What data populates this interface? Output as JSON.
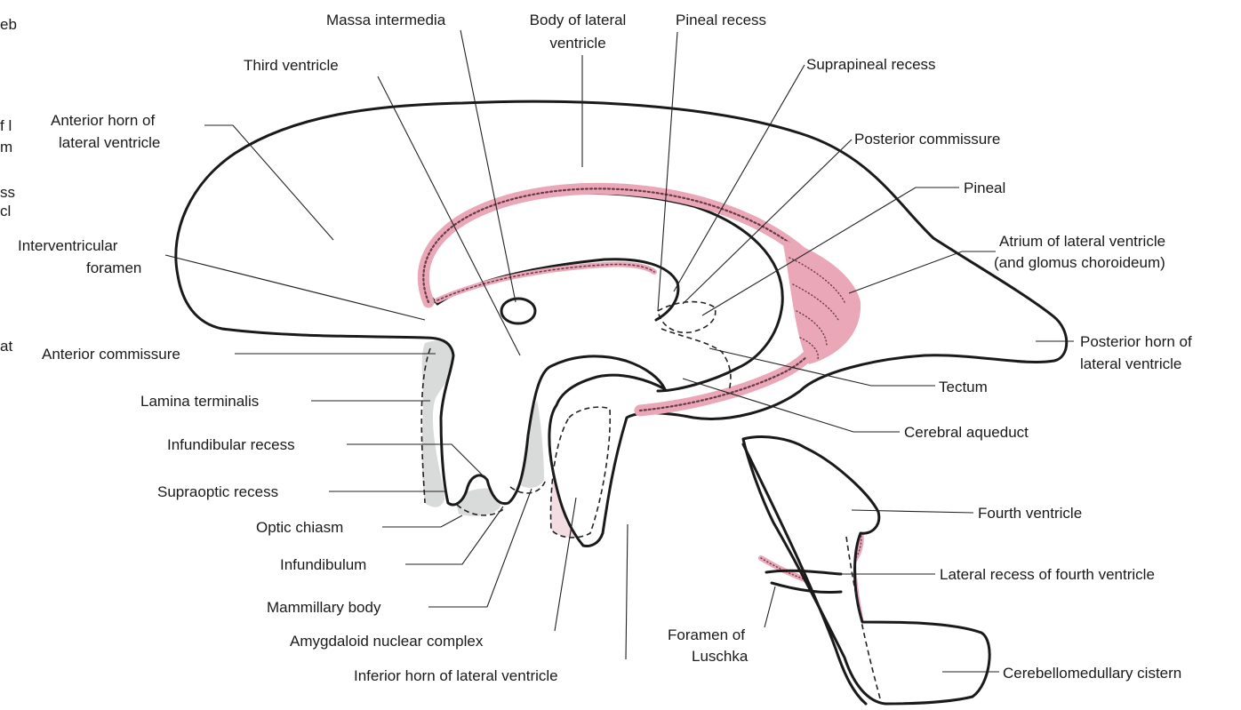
{
  "colors": {
    "outline": "#1a1a1a",
    "choroid_plexus": "#e9a7b7",
    "choroid_plexus_texture": "#6b3a47",
    "amygdala_fill": "#f3dde3",
    "gray_fill": "#d9dada"
  },
  "edge_fragments": [
    "eb",
    "f l",
    "m",
    "ss",
    "cl",
    "at"
  ],
  "labels": {
    "massa_intermedia": "Massa intermedia",
    "body_lateral_l1": "Body of lateral",
    "body_lateral_l2": "ventricle",
    "pineal_recess": "Pineal recess",
    "third_ventricle": "Third ventricle",
    "suprapineal_recess": "Suprapineal recess",
    "anterior_horn_l1": "Anterior horn of",
    "anterior_horn_l2": "lateral ventricle",
    "posterior_commissure": "Posterior commissure",
    "pineal": "Pineal",
    "interventricular_l1": "Interventricular",
    "interventricular_l2": "foramen",
    "atrium_l1": "Atrium of lateral ventricle",
    "atrium_l2": "(and glomus choroideum)",
    "anterior_commissure": "Anterior commissure",
    "posterior_horn_l1": "Posterior horn of",
    "posterior_horn_l2": "lateral ventricle",
    "tectum": "Tectum",
    "lamina_terminalis": "Lamina terminalis",
    "cerebral_aqueduct": "Cerebral aqueduct",
    "infundibular_recess": "Infundibular recess",
    "supraoptic_recess": "Supraoptic recess",
    "fourth_ventricle": "Fourth ventricle",
    "optic_chiasm": "Optic chiasm",
    "infundibulum": "Infundibulum",
    "lateral_recess_fourth": "Lateral recess of fourth ventricle",
    "mammillary_body": "Mammillary body",
    "foramen_luschka_l1": "Foramen of",
    "foramen_luschka_l2": "Luschka",
    "amygdaloid": "Amygdaloid nuclear complex",
    "cerebellomedullary": "Cerebellomedullary cistern",
    "inferior_horn": "Inferior horn of lateral ventricle"
  }
}
